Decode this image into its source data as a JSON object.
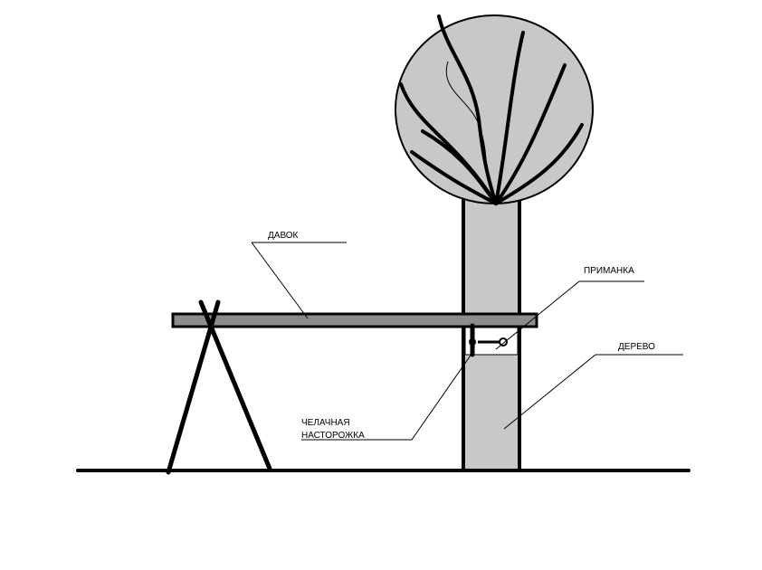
{
  "labels": {
    "board": "ДАВОК",
    "bait": "ПРИМАНКА",
    "tree": "ДЕРЕВО",
    "trigger_line1": "ЧЕЛАЧНАЯ",
    "trigger_line2": "НАСТОРОЖКА"
  },
  "colors": {
    "outline": "#000000",
    "fill_gray": "#c8c8c8",
    "board_gray": "#8c8c8c",
    "background": "#ffffff"
  }
}
